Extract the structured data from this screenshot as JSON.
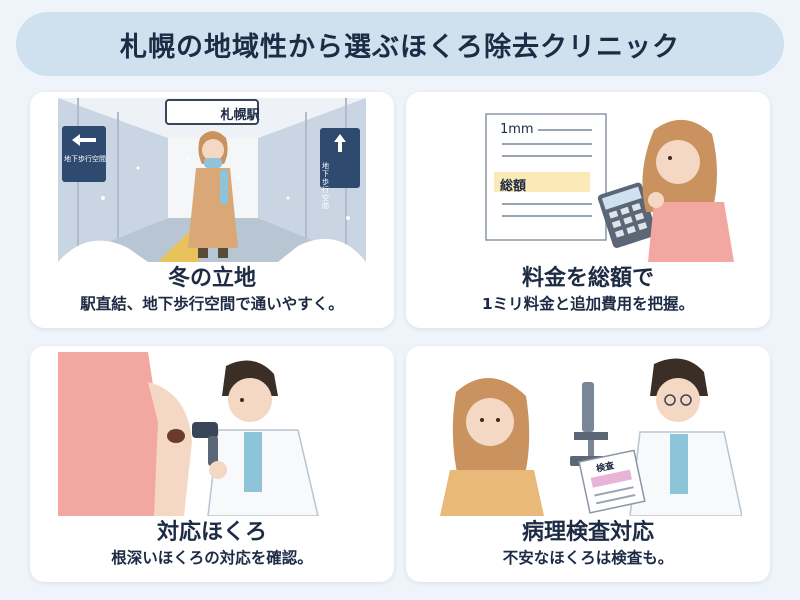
{
  "header": {
    "title": "札幌の地域性から選ぶほくろ除去クリニック"
  },
  "cards": [
    {
      "title": "冬の立地",
      "subtitle": "駅直結、地下歩行空間で通いやすく。",
      "illustration": {
        "station_sign": "札幌駅",
        "left_sign": "地下歩行空間",
        "right_sign": "地下歩行空間"
      }
    },
    {
      "title": "料金を総額で",
      "subtitle": "1ミリ料金と追加費用を把握。",
      "illustration": {
        "price_unit": "1mm",
        "total_label": "総額"
      }
    },
    {
      "title": "対応ほくろ",
      "subtitle": "根深いほくろの対応を確認。",
      "illustration": {}
    },
    {
      "title": "病理検査対応",
      "subtitle": "不安なほくろは検査も。",
      "illustration": {
        "report_label": "検査"
      }
    }
  ],
  "colors": {
    "banner": "#cfe0ef",
    "background": "#eef4f9",
    "text": "#1d2b45",
    "highlight": "#fbe9b8",
    "coat": "#d9a876"
  }
}
